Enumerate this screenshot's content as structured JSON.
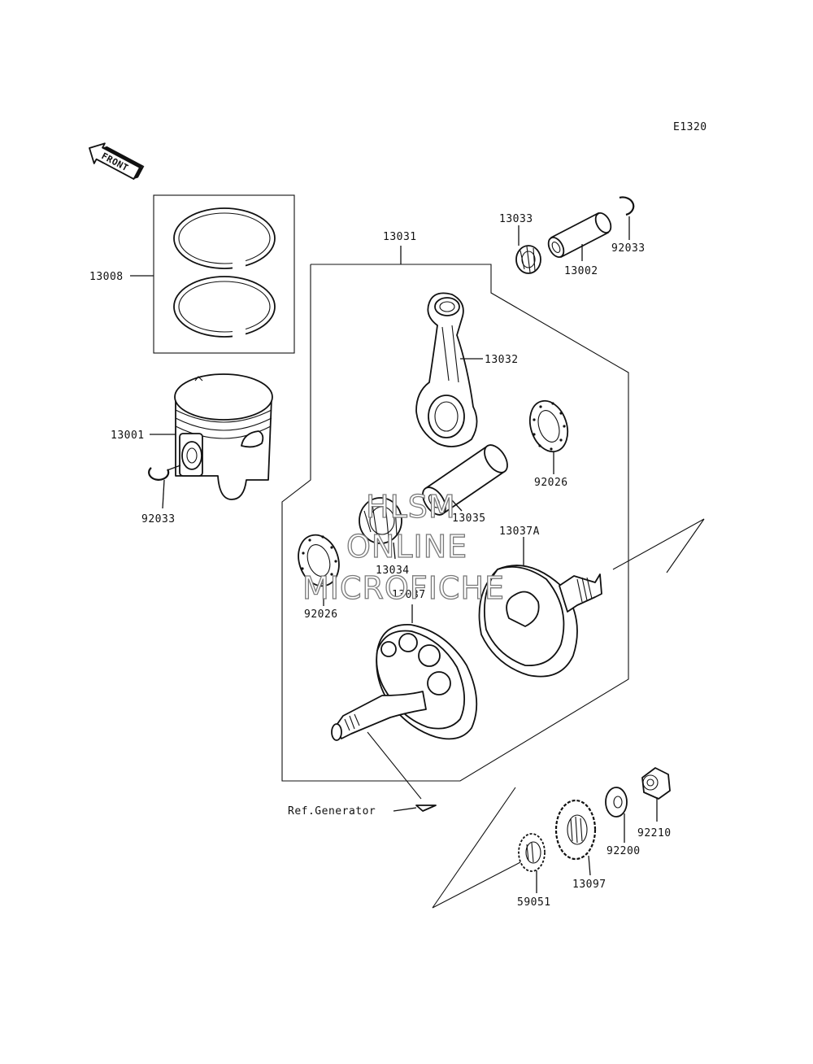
{
  "diagram": {
    "code": "E1320",
    "front_label": "FRONT",
    "reference_label": "Ref.Generator",
    "part_labels": {
      "p13008": "13008",
      "p13001": "13001",
      "p92033_left": "92033",
      "p13031": "13031",
      "p13033": "13033",
      "p13002": "13002",
      "p92033_right": "92033",
      "p13032": "13032",
      "p92026_right": "92026",
      "p13035": "13035",
      "p13037A": "13037A",
      "p13034": "13034",
      "p92026_left": "92026",
      "p13037": "13037",
      "p92210": "92210",
      "p92200": "92200",
      "p13097": "13097",
      "p59051": "59051"
    }
  },
  "watermark": {
    "line1": "HLSM",
    "line2": "ONLINE",
    "line3": "MICROFICHE"
  }
}
